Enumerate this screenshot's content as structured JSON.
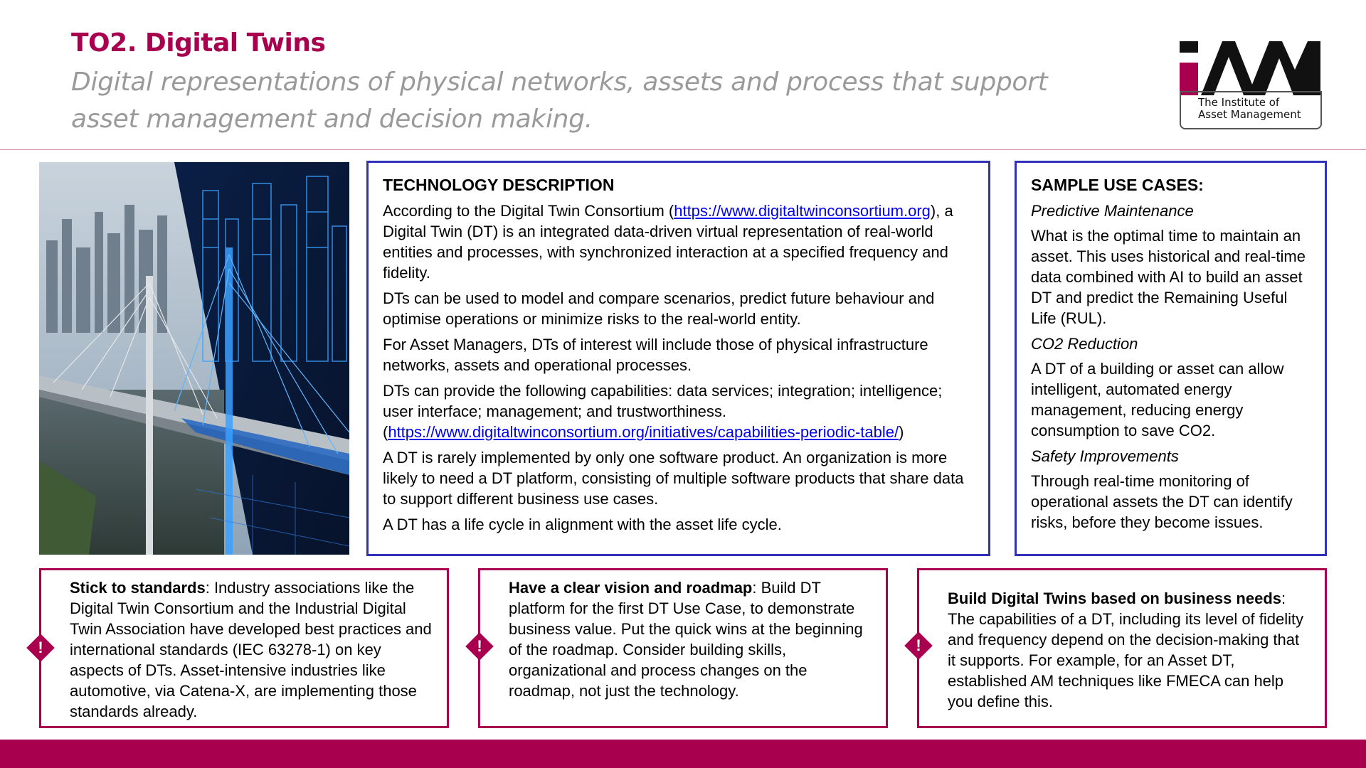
{
  "header": {
    "title": "TO2. Digital Twins",
    "subtitle": "Digital representations of physical networks, assets and process that support asset management and decision making."
  },
  "logo": {
    "line1": "The Institute of",
    "line2": "Asset Management",
    "colors": {
      "primary": "#a8004f",
      "dark": "#111111"
    }
  },
  "image": {
    "icon": "digital-twin-bridge-city-image"
  },
  "technology": {
    "heading": "TECHNOLOGY DESCRIPTION",
    "p1_before": "According to the Digital Twin Consortium (",
    "p1_link": "https://www.digitaltwinconsortium.org",
    "p1_after": "), a Digital Twin (DT) is an integrated data-driven virtual representation of real-world entities and processes, with synchronized interaction at a specified frequency and fidelity.",
    "p2": "DTs can be used to model and compare scenarios, predict future behaviour and optimise operations or minimize risks to the real-world entity.",
    "p3": "For Asset Managers, DTs of interest will include those of physical infrastructure networks, assets and operational processes.",
    "p4_before": "DTs can provide the following capabilities: data services; integration; intelligence; user interface; management; and trustworthiness. (",
    "p4_link": "https://www.digitaltwinconsortium.org/initiatives/capabilities-periodic-table/",
    "p4_after": ")",
    "p5": "A DT is rarely implemented by only one software product. An organization is more likely to need a DT platform, consisting of multiple software products that share data to support different business use cases.",
    "p6": "A DT has a life cycle in alignment with the asset life cycle."
  },
  "use_cases": {
    "heading": "SAMPLE USE CASES:",
    "items": [
      {
        "title": "Predictive Maintenance",
        "text": "What is the optimal time to maintain an asset. This uses historical and real-time data combined with AI to build an asset DT and predict the Remaining Useful Life (RUL)."
      },
      {
        "title": "CO2 Reduction",
        "text": "A DT of a building or asset can allow intelligent, automated energy management, reducing energy consumption to save CO2."
      },
      {
        "title": "Safety Improvements",
        "text": "Through real-time monitoring of operational assets the DT can identify risks, before they become issues."
      }
    ]
  },
  "tips": [
    {
      "bold": "Stick to standards",
      "text": ": Industry associations like the Digital Twin Consortium and the Industrial Digital Twin Association have developed best practices and international standards (IEC 63278-1) on key aspects of DTs. Asset-intensive industries like automotive, via Catena-X, are implementing those standards already.",
      "icon": "exclamation-diamond-icon"
    },
    {
      "bold": "Have a clear vision and roadmap",
      "text": ": Build DT platform for the first DT Use Case, to demonstrate business value. Put the quick wins at the beginning of the roadmap. Consider building skills, organizational and process changes on the roadmap, not just the technology.",
      "icon": "exclamation-diamond-icon"
    },
    {
      "bold": "Build Digital Twins based on business needs",
      "text": ": The capabilities of a DT, including its level of fidelity and frequency depend on the decision-making that it supports. For example, for an Asset DT, established AM techniques like FMECA can help you define this.",
      "icon": "exclamation-diamond-icon"
    }
  ],
  "marker": "!",
  "colors": {
    "accent": "#a8004f",
    "panel_border": "#3030b8",
    "subtitle": "#9a9a9a",
    "link": "#0000ee"
  }
}
